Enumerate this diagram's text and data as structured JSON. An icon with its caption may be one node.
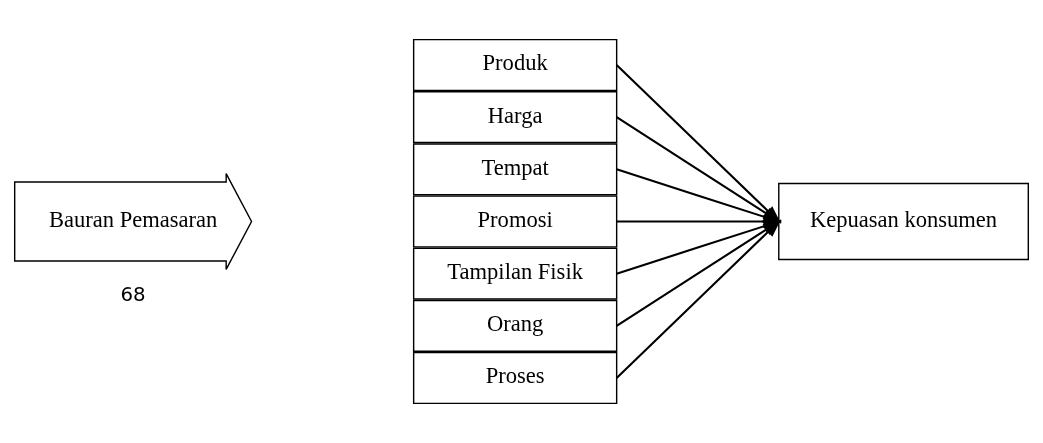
{
  "diagram": {
    "nodes": [
      {
        "text": [
          "Bauran Pemasaran"
        ]
      },
      {
        "text": [
          "Produk"
        ]
      },
      {
        "text": [
          "Harga"
        ]
      },
      {
        "text": [
          "Tempat"
        ]
      },
      {
        "text": [
          "Promosi"
        ]
      },
      {
        "text": [
          "Tampilan Fisik"
        ]
      },
      {
        "text": [
          "Orang"
        ]
      },
      {
        "text": [
          "Proses"
        ]
      },
      {
        "text": [
          "Kepuasan konsumen"
        ]
      }
    ],
    "edges": [
      {
        "from": 1,
        "to": 8,
        "arrow": "to"
      },
      {
        "from": 2,
        "to": 8,
        "arrow": "to"
      },
      {
        "from": 3,
        "to": 8,
        "arrow": "to"
      },
      {
        "from": 4,
        "to": 8,
        "arrow": "to"
      },
      {
        "from": 5,
        "to": 8,
        "arrow": "to"
      },
      {
        "from": 6,
        "to": 8,
        "arrow": "to"
      },
      {
        "from": 7,
        "to": 8,
        "arrow": "to"
      }
    ],
    "labels": [
      "68"
    ]
  }
}
